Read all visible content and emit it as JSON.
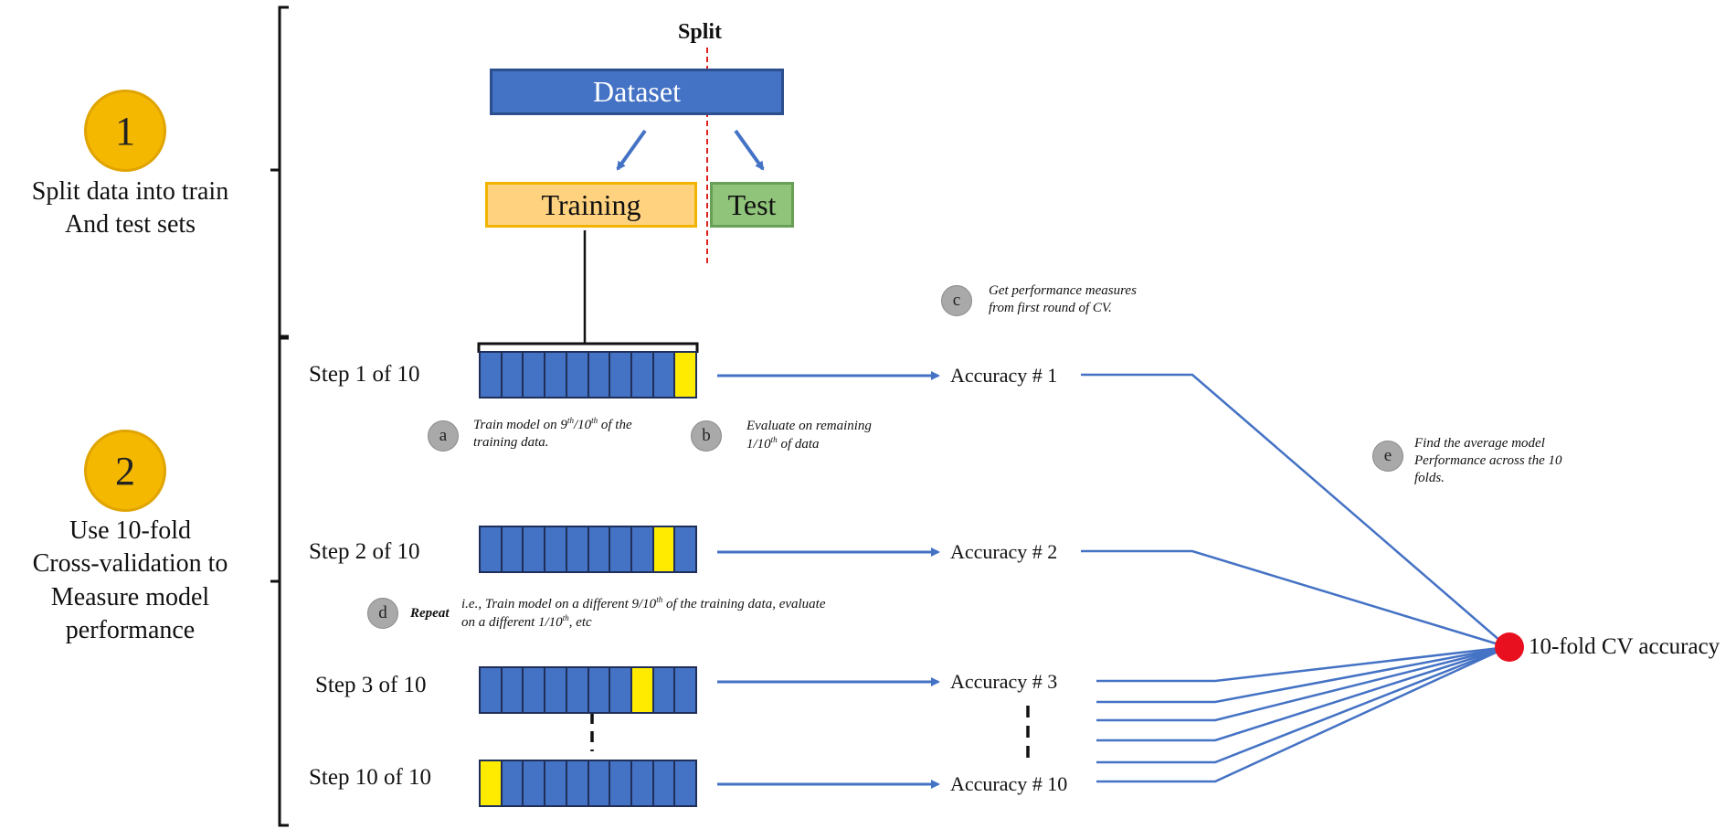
{
  "phases": [
    {
      "number": "1",
      "label_lines": [
        "Split data into train",
        "And test sets"
      ]
    },
    {
      "number": "2",
      "label_lines": [
        "Use 10-fold",
        "Cross-validation to",
        "Measure model",
        "performance"
      ]
    }
  ],
  "split": {
    "label": "Split",
    "dataset_label": "Dataset",
    "training_label": "Training",
    "test_label": "Test"
  },
  "steps": [
    {
      "label": "Step 1 of 10",
      "accuracy": "Accuracy # 1",
      "test_fold": 10
    },
    {
      "label": "Step 2 of 10",
      "accuracy": "Accuracy # 2",
      "test_fold": 9
    },
    {
      "label": "Step 3 of 10",
      "accuracy": "Accuracy # 3",
      "test_fold": 8
    },
    {
      "label": "Step 10 of 10",
      "accuracy": "Accuracy # 10",
      "test_fold": 1
    }
  ],
  "result_label": "10-fold CV accuracy",
  "notes": {
    "a": {
      "letter": "a",
      "line1": "Train model on 9",
      "sup1": "th",
      "mid": "/10",
      "sup2": "th",
      "tail": " of the",
      "line2": "training data."
    },
    "b": {
      "letter": "b",
      "line1": "Evaluate on remaining",
      "line2a": "1/10",
      "sup": "th",
      "line2b": " of data"
    },
    "c": {
      "letter": "c",
      "line1": "Get performance measures",
      "line2": "from first round of CV."
    },
    "d": {
      "letter": "d",
      "bold": "Repeat",
      "line1": "i.e., Train model on a different 9/10",
      "sup1": "th",
      "tail1": " of the training data, evaluate",
      "line2a": "on a different 1/10",
      "sup2": "th",
      "line2b": ", etc"
    },
    "e": {
      "letter": "e",
      "line1": "Find the average model",
      "line2": "Performance across the 10",
      "line3": "folds."
    }
  },
  "colors": {
    "dataset": "#4472c4",
    "training_fill": "#ffd27f",
    "training_border": "#f0b400",
    "test_fill": "#8fc47a",
    "test_border": "#6a9f57",
    "arrow": "#4472c4",
    "split_line": "#e02020",
    "result_dot": "#e8101e",
    "fold": "#4472c4",
    "test_fold": "#ffeb00",
    "phase_circle": "#f5b800",
    "letter_circle": "#a9a9a9"
  }
}
